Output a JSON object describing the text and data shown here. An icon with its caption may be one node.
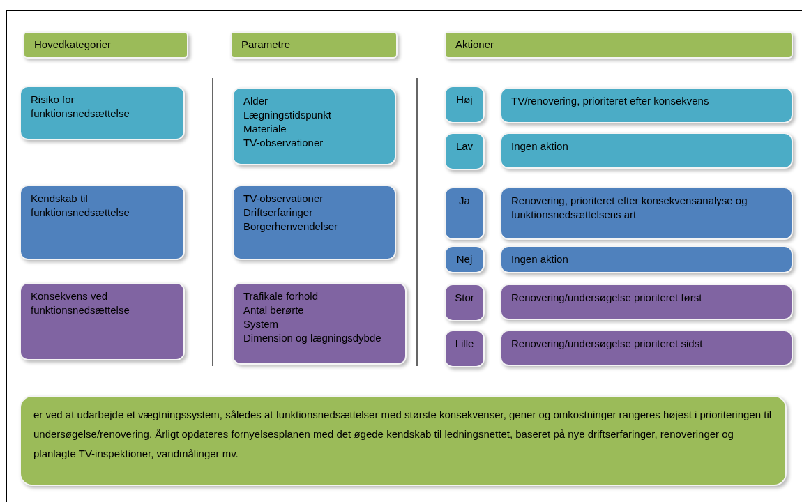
{
  "diagram": {
    "nodes": [
      {
        "text": [
          "Hovedkategorier"
        ]
      },
      {
        "text": [
          "Parametre"
        ]
      },
      {
        "text": [
          "Aktioner"
        ]
      },
      {
        "text": [
          "Risiko for funktionsnedsættelse"
        ]
      },
      {
        "text": [
          "Kendskab til funktionsnedsættelse"
        ]
      },
      {
        "text": [
          "Konsekvens ved funktionsnedsættelse"
        ]
      },
      {
        "text": [
          "Alder",
          "Lægningstidspunkt",
          "Materiale",
          "TV-observationer"
        ]
      },
      {
        "text": [
          "TV-observationer",
          "Driftserfaringer",
          "Borgerhenvendelser"
        ]
      },
      {
        "text": [
          "Trafikale forhold",
          "Antal berørte",
          "System",
          "Dimension og lægningsdybde"
        ]
      },
      {
        "text": [
          "Høj"
        ]
      },
      {
        "text": [
          "TV/renovering, prioriteret efter konsekvens"
        ]
      },
      {
        "text": [
          "Lav"
        ]
      },
      {
        "text": [
          "Ingen aktion"
        ]
      },
      {
        "text": [
          "Ja"
        ]
      },
      {
        "text": [
          "Renovering, prioriteret efter konsekvensanalyse og funktionsnedsættelsens art"
        ]
      },
      {
        "text": [
          "Nej"
        ]
      },
      {
        "text": [
          "Ingen aktion"
        ]
      },
      {
        "text": [
          "Stor"
        ]
      },
      {
        "text": [
          "Renovering/undersøgelse prioriteret først"
        ]
      },
      {
        "text": [
          "Lille"
        ]
      },
      {
        "text": [
          "Renovering/undersøgelse prioriteret sidst"
        ]
      },
      {
        "text": [
          "er ved at udarbejde et vægtningssystem, således at funktionsnedsættelser med største konsekvenser, gener og omkostninger rangeres højest i prioriteringen til undersøgelse/renovering. Årligt opdateres fornyelsesplanen med det øgede kendskab til ledningsnettet, baseret på nye driftserfaringer, renoveringer og planlagte TV-inspektioner, vandmålinger mv."
        ]
      }
    ]
  }
}
